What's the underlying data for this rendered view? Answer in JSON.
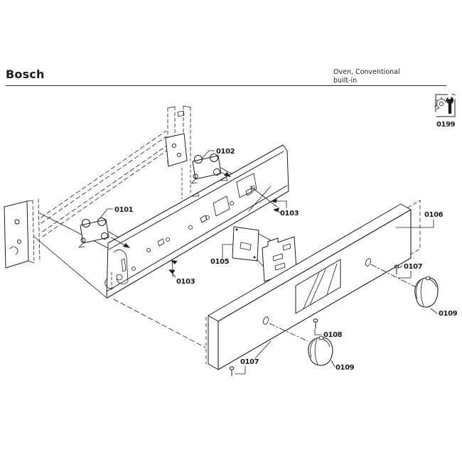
{
  "header": {
    "brand": "Bosch",
    "product_line_1": "Oven, Conventional",
    "product_line_2": "built-in"
  },
  "service_icon": {
    "code": "0199"
  },
  "parts": {
    "p0101": "0101",
    "p0102": "0102",
    "p0103": "0103",
    "p0105": "0105",
    "p0106": "0106",
    "p0107": "0107",
    "p0108": "0108",
    "p0109": "0109"
  },
  "colors": {
    "ink": "#1c1c1c",
    "background": "#ffffff"
  }
}
